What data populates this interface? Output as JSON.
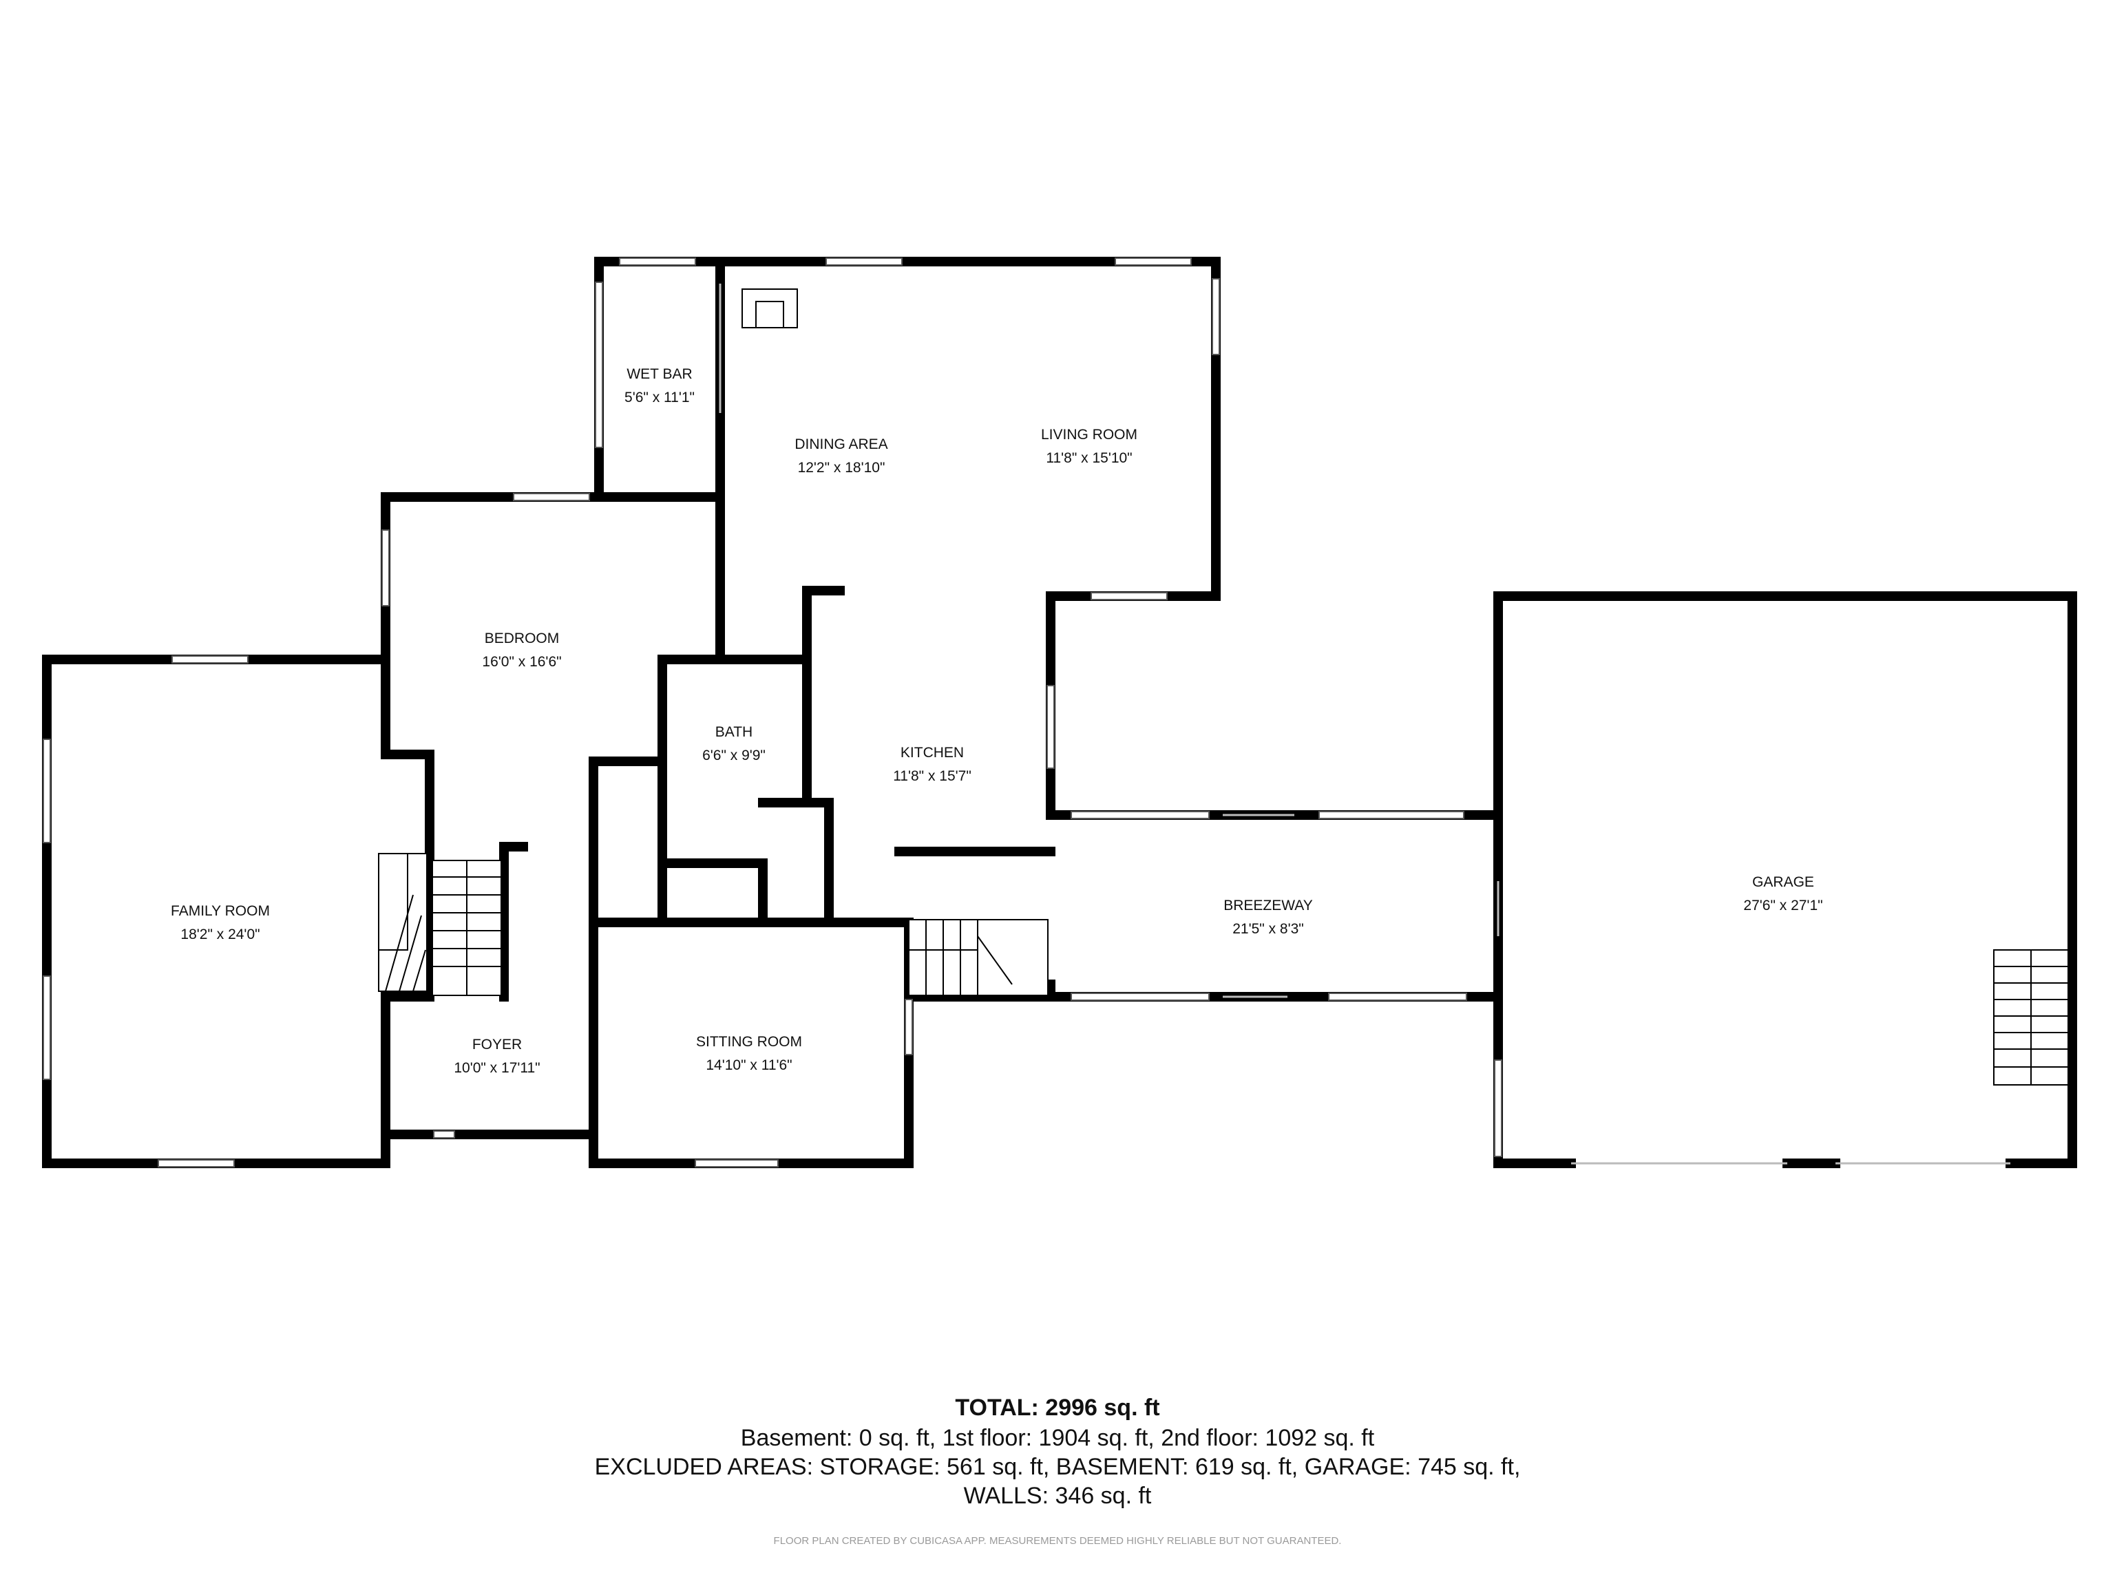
{
  "floor_plan": {
    "rooms": [
      {
        "id": "wet-bar",
        "name": "WET BAR",
        "dims": "5'6\" x 11'1\""
      },
      {
        "id": "dining-area",
        "name": "DINING AREA",
        "dims": "12'2\" x 18'10\""
      },
      {
        "id": "living-room",
        "name": "LIVING ROOM",
        "dims": "11'8\" x 15'10\""
      },
      {
        "id": "bedroom",
        "name": "BEDROOM",
        "dims": "16'0\" x 16'6\""
      },
      {
        "id": "bath",
        "name": "BATH",
        "dims": "6'6\" x 9'9\""
      },
      {
        "id": "kitchen",
        "name": "KITCHEN",
        "dims": "11'8\" x 15'7\""
      },
      {
        "id": "family-room",
        "name": "FAMILY ROOM",
        "dims": "18'2\" x 24'0\""
      },
      {
        "id": "foyer",
        "name": "FOYER",
        "dims": "10'0\" x 17'11\""
      },
      {
        "id": "sitting-room",
        "name": "SITTING ROOM",
        "dims": "14'10\" x 11'6\""
      },
      {
        "id": "breezeway",
        "name": "BREEZEWAY",
        "dims": "21'5\" x 8'3\""
      },
      {
        "id": "garage",
        "name": "GARAGE",
        "dims": "27'6\" x 27'1\""
      }
    ]
  },
  "summary": {
    "total": "TOTAL: 2996 sq. ft",
    "floors": "Basement: 0 sq. ft, 1st floor: 1904 sq. ft, 2nd floor: 1092 sq. ft",
    "excluded": "EXCLUDED AREAS: STORAGE: 561 sq. ft, BASEMENT: 619 sq. ft, GARAGE: 745 sq. ft,",
    "walls": "WALLS: 346 sq. ft",
    "disclaimer": "FLOOR PLAN CREATED BY CUBICASA APP. MEASUREMENTS DEEMED HIGHLY RELIABLE BUT NOT GUARANTEED."
  }
}
